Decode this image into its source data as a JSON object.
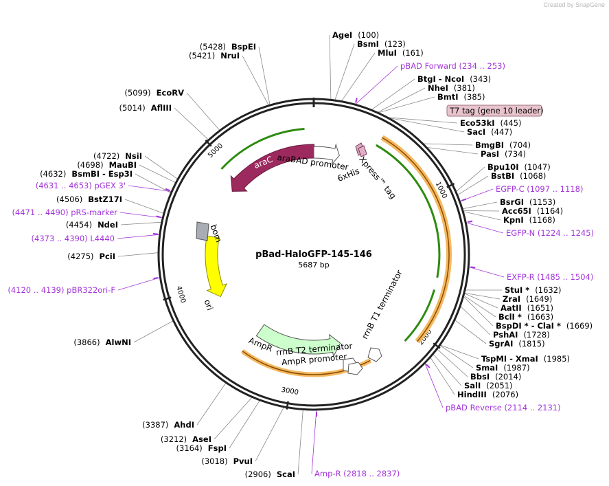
{
  "watermark": "Created by  SnapGene",
  "plasmid": {
    "name": "pBad-HaloGFP-145-146",
    "size_label": "5687 bp",
    "length": 5687
  },
  "ticks": [
    {
      "label": "1000",
      "pos": 1000
    },
    {
      "label": "2000",
      "pos": 2000
    },
    {
      "label": "3000",
      "pos": 3000
    },
    {
      "label": "4000",
      "pos": 4000
    },
    {
      "label": "5000",
      "pos": 5000
    }
  ],
  "enzymes_right": [
    {
      "name": "AgeI",
      "coord": "(100)",
      "pos": 100
    },
    {
      "name": "BsmI",
      "coord": "(123)",
      "pos": 123
    },
    {
      "name": "MluI",
      "coord": "(161)",
      "pos": 161
    },
    {
      "name": "BtgI  -  NcoI",
      "coord": "(343)",
      "pos": 343
    },
    {
      "name": "NheI",
      "coord": "(381)",
      "pos": 381
    },
    {
      "name": "BmtI",
      "coord": "(385)",
      "pos": 385
    },
    {
      "name": "Eco53kI",
      "coord": "(445)",
      "pos": 445
    },
    {
      "name": "SacI",
      "coord": "(447)",
      "pos": 447
    },
    {
      "name": "BmgBI",
      "coord": "(704)",
      "pos": 704
    },
    {
      "name": "PasI",
      "coord": "(734)",
      "pos": 734
    },
    {
      "name": "Bpu10I",
      "coord": "(1047)",
      "pos": 1047
    },
    {
      "name": "BstBI",
      "coord": "(1068)",
      "pos": 1068
    },
    {
      "name": "BsrGI",
      "coord": "(1153)",
      "pos": 1153
    },
    {
      "name": "Acc65I",
      "coord": "(1164)",
      "pos": 1164
    },
    {
      "name": "KpnI",
      "coord": "(1168)",
      "pos": 1168
    },
    {
      "name": "StuI *",
      "coord": "(1632)",
      "pos": 1632
    },
    {
      "name": "ZraI",
      "coord": "(1649)",
      "pos": 1649
    },
    {
      "name": "AatII",
      "coord": "(1651)",
      "pos": 1651
    },
    {
      "name": "BclI *",
      "coord": "(1663)",
      "pos": 1663
    },
    {
      "name": "BspDI *  -  ClaI *",
      "coord": "(1669)",
      "pos": 1669
    },
    {
      "name": "PshAI",
      "coord": "(1728)",
      "pos": 1728
    },
    {
      "name": "SgrAI",
      "coord": "(1815)",
      "pos": 1815
    },
    {
      "name": "TspMI  -  XmaI",
      "coord": "(1985)",
      "pos": 1985
    },
    {
      "name": "SmaI",
      "coord": "(1987)",
      "pos": 1987
    },
    {
      "name": "BbsI",
      "coord": "(2014)",
      "pos": 2014
    },
    {
      "name": "SalI",
      "coord": "(2051)",
      "pos": 2051
    },
    {
      "name": "HindIII",
      "coord": "(2076)",
      "pos": 2076
    }
  ],
  "enzymes_left": [
    {
      "name": "BspEI",
      "coord": "(5428)",
      "pos": 5428
    },
    {
      "name": "NruI",
      "coord": "(5421)",
      "pos": 5421
    },
    {
      "name": "EcoRV",
      "coord": "(5099)",
      "pos": 5099
    },
    {
      "name": "AflIII",
      "coord": "(5014)",
      "pos": 5014
    },
    {
      "name": "NsiI",
      "coord": "(4722)",
      "pos": 4722
    },
    {
      "name": "MauBI",
      "coord": "(4698)",
      "pos": 4698
    },
    {
      "name": "BsmBI  -  Esp3I",
      "coord": "(4632)",
      "pos": 4632
    },
    {
      "name": "BstZ17I",
      "coord": "(4506)",
      "pos": 4506
    },
    {
      "name": "NdeI",
      "coord": "(4454)",
      "pos": 4454
    },
    {
      "name": "PciI",
      "coord": "(4275)",
      "pos": 4275
    },
    {
      "name": "AlwNI",
      "coord": "(3866)",
      "pos": 3866
    },
    {
      "name": "AhdI",
      "coord": "(3387)",
      "pos": 3387
    },
    {
      "name": "AseI",
      "coord": "(3212)",
      "pos": 3212
    },
    {
      "name": "FspI",
      "coord": "(3164)",
      "pos": 3164
    },
    {
      "name": "PvuI",
      "coord": "(3018)",
      "pos": 3018
    },
    {
      "name": "ScaI",
      "coord": "(2906)",
      "pos": 2906
    }
  ],
  "primers": [
    {
      "text": "pBAD Forward    (234 .. 253)",
      "pos": 244
    },
    {
      "text": "EGFP-C    (1097 .. 1118)",
      "pos": 1107
    },
    {
      "text": "EGFP-N    (1224 .. 1245)",
      "pos": 1235
    },
    {
      "text": "EXFP-R    (1485 .. 1504)",
      "pos": 1495
    },
    {
      "text": "pBAD Reverse    (2114 .. 2131)",
      "pos": 2122
    },
    {
      "text": "Amp-R    (2818 .. 2837)",
      "pos": 2828
    },
    {
      "text": "(4631 .. 4653)  pGEX 3'",
      "pos": 4642
    },
    {
      "text": "(4471 .. 4490)  pRS-marker",
      "pos": 4480
    },
    {
      "text": "(4373 .. 4390)  L4440",
      "pos": 4381
    },
    {
      "text": "(4120 .. 4139)  pBR322ori-F",
      "pos": 4130
    }
  ],
  "t7_tag": "T7 tag (gene 10 leader)",
  "features": {
    "araC": "araC",
    "araBAD_promoter": "araBAD promoter",
    "his6": "6xHis",
    "xpress": "Xpress™ tag",
    "bom": "bom",
    "ori": "ori",
    "ampR": "AmpR",
    "rrnB_T2": "rrnB T2 terminator",
    "ampR_promoter": "AmpR promoter",
    "rrnB_T1": "rrnB T1 terminator"
  },
  "colors": {
    "enzyme": "#000000",
    "primer": "#a336d9",
    "orange": "#f4b860",
    "green": "#2e8b10",
    "araC": "#9c2a5e",
    "ori": "#ffff00",
    "ampR": "#ccffcc",
    "bom": "#a8acb4",
    "t7_fill": "#e8c4cc"
  }
}
